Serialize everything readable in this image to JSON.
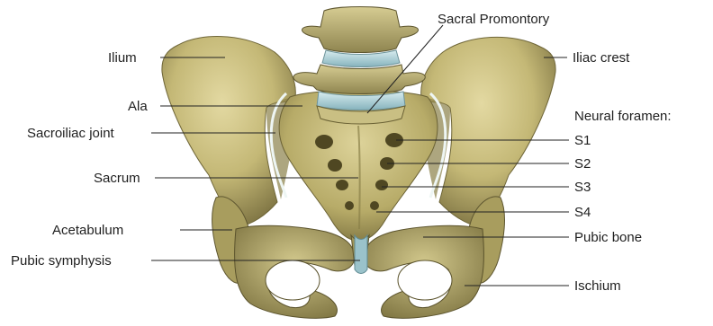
{
  "labels": {
    "sacral_promontory": "Sacral Promontory",
    "ilium": "Ilium",
    "iliac_crest": "Iliac crest",
    "ala": "Ala",
    "sacroiliac_joint": "Sacroiliac joint",
    "neural_foramen": "Neural foramen:",
    "s1": "S1",
    "s2": "S2",
    "s3": "S3",
    "s4": "S4",
    "sacrum": "Sacrum",
    "acetabulum": "Acetabulum",
    "pubic_bone": "Pubic bone",
    "pubic_symphysis": "Pubic symphysis",
    "ischium": "Ischium"
  },
  "colors": {
    "bone_light": "#d9cf97",
    "bone_mid": "#b9ae6e",
    "bone_dark": "#7e7440",
    "bone_shadow": "#4f4722",
    "cartilage": "#a9cdd4",
    "joint_line": "#e8f3f2",
    "leader_line": "#222222"
  }
}
